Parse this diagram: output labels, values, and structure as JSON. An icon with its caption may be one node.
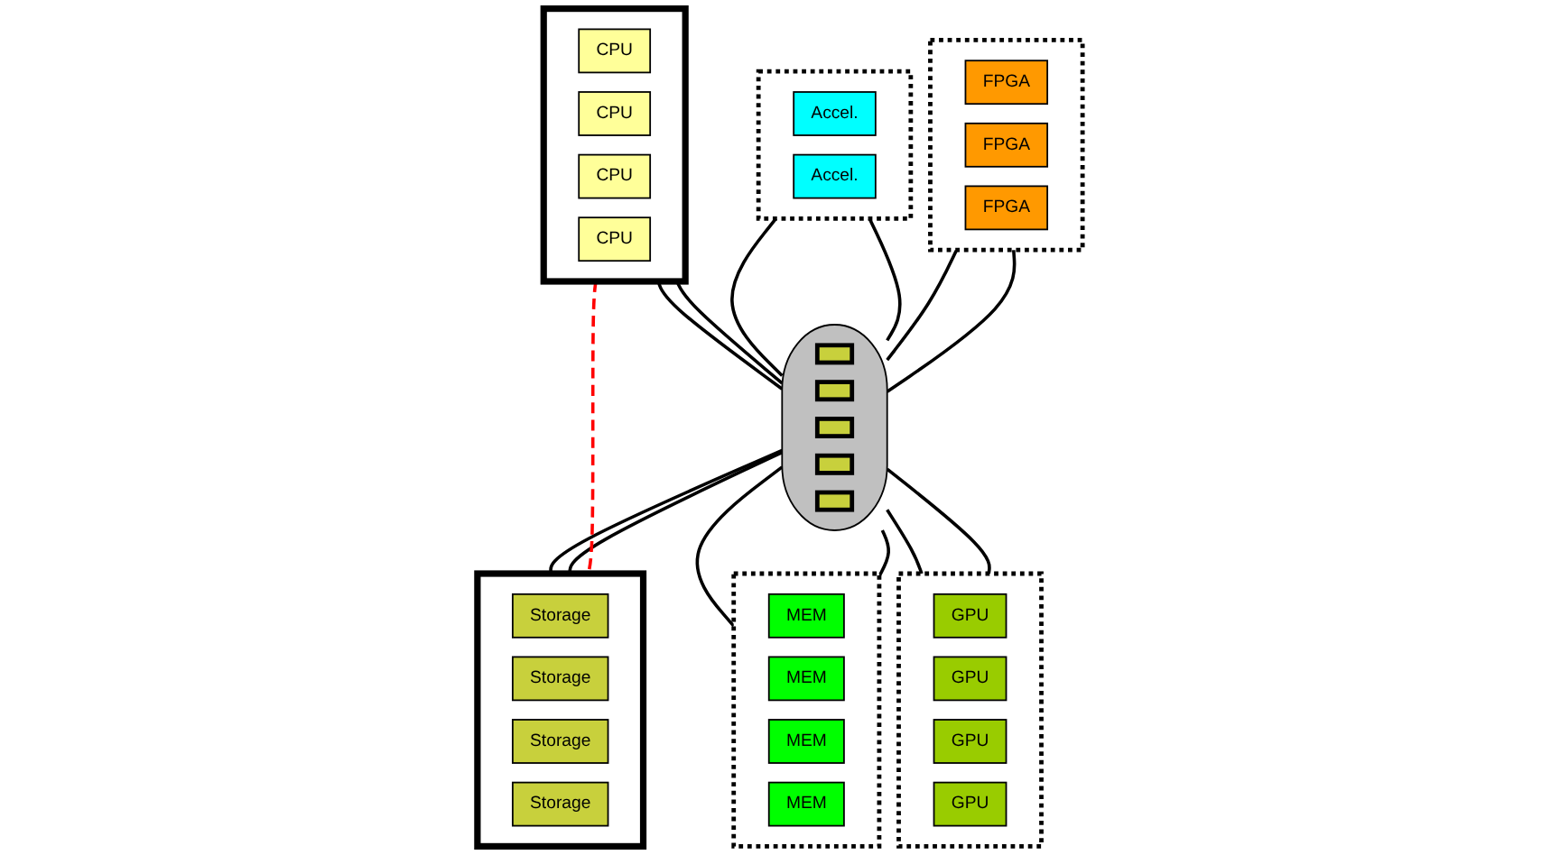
{
  "diagram": {
    "nodes": [
      {
        "text": [],
        "shape": "box"
      },
      {
        "text": [
          "CPU"
        ],
        "in": 0
      },
      {
        "text": [
          "CPU"
        ],
        "in": 0
      },
      {
        "text": [
          "CPU"
        ],
        "in": 0
      },
      {
        "text": [
          "CPU"
        ],
        "in": 0
      },
      {
        "text": [],
        "shape": "box"
      },
      {
        "text": [
          "Accel."
        ],
        "in": 5
      },
      {
        "text": [
          "Accel."
        ],
        "in": 5
      },
      {
        "text": [],
        "shape": "box"
      },
      {
        "text": [
          "FPGA"
        ],
        "in": 8
      },
      {
        "text": [
          "FPGA"
        ],
        "in": 8
      },
      {
        "text": [
          "FPGA"
        ],
        "in": 8
      },
      {
        "text": [],
        "shape": "cloud"
      },
      {
        "text": [],
        "shape": "box",
        "in": 12
      },
      {
        "text": [],
        "shape": "box",
        "in": 12
      },
      {
        "text": [],
        "shape": "box",
        "in": 12
      },
      {
        "text": [],
        "shape": "box",
        "in": 12
      },
      {
        "text": [],
        "shape": "box",
        "in": 12
      },
      {
        "text": [],
        "shape": "box"
      },
      {
        "text": [
          "Storage"
        ],
        "in": 18
      },
      {
        "text": [
          "Storage"
        ],
        "in": 18
      },
      {
        "text": [
          "Storage"
        ],
        "in": 18
      },
      {
        "text": [
          "Storage"
        ],
        "in": 18
      },
      {
        "text": [],
        "shape": "box"
      },
      {
        "text": [
          "MEM"
        ],
        "in": 23
      },
      {
        "text": [
          "MEM"
        ],
        "in": 23
      },
      {
        "text": [
          "MEM"
        ],
        "in": 23
      },
      {
        "text": [
          "MEM"
        ],
        "in": 23
      },
      {
        "text": [],
        "shape": "box"
      },
      {
        "text": [
          "GPU"
        ],
        "in": 28
      },
      {
        "text": [
          "GPU"
        ],
        "in": 28
      },
      {
        "text": [
          "GPU"
        ],
        "in": 28
      },
      {
        "text": [
          "GPU"
        ],
        "in": 28
      }
    ],
    "edges": [
      {
        "from": 0,
        "to": 12,
        "arrow": "none"
      },
      {
        "from": 0,
        "to": 12,
        "arrow": "none"
      },
      {
        "from": 5,
        "to": 12,
        "arrow": "none"
      },
      {
        "from": 5,
        "to": 12,
        "arrow": "none"
      },
      {
        "from": 8,
        "to": 12,
        "arrow": "none"
      },
      {
        "from": 8,
        "to": 12,
        "arrow": "none"
      },
      {
        "from": 12,
        "to": 18,
        "arrow": "none"
      },
      {
        "from": 12,
        "to": 18,
        "arrow": "none"
      },
      {
        "from": 12,
        "to": 23,
        "arrow": "none"
      },
      {
        "from": 12,
        "to": 23,
        "arrow": "none"
      },
      {
        "from": 12,
        "to": 28,
        "arrow": "none"
      },
      {
        "from": 12,
        "to": 28,
        "arrow": "none"
      },
      {
        "from": 0,
        "to": 18,
        "arrow": "none",
        "style": "dashed",
        "color": "#ff0000"
      }
    ]
  }
}
